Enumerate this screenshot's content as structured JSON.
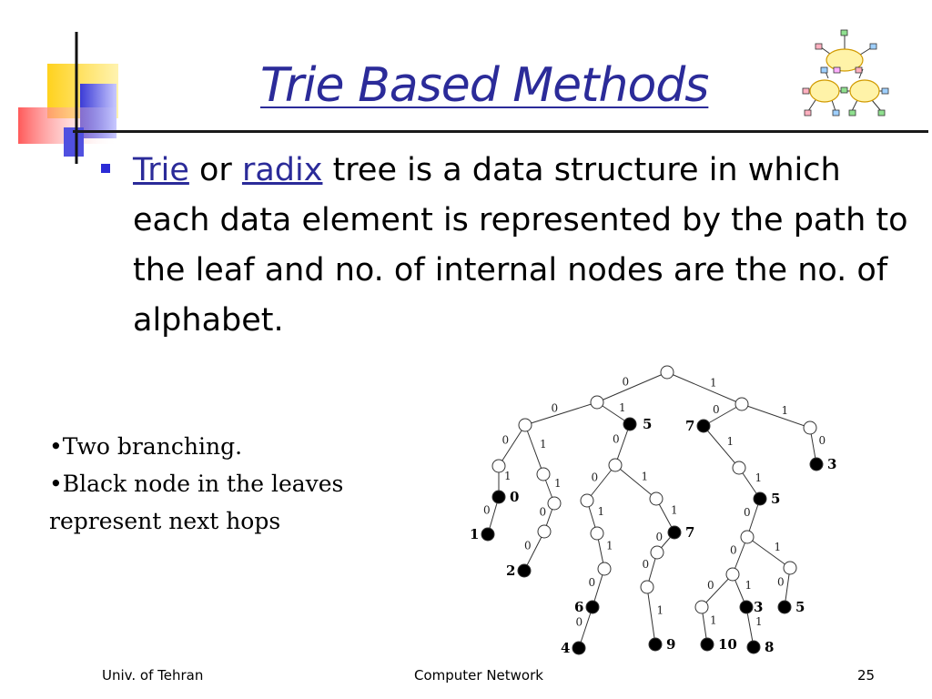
{
  "title": "Trie Based Methods",
  "bullet": {
    "link_trie": "Trie",
    "word_or": " or ",
    "link_radix": "radix",
    "text_rest": " tree is a data structure in which each data element is represented by the path to the leaf and no. of internal nodes are the no. of alphabet."
  },
  "notes": {
    "line1": "•Two branching.",
    "line2": "•Black node in the leaves",
    "line3": "represent next hops"
  },
  "footer": {
    "left": "Univ. of Tehran",
    "center": "Computer Network",
    "right": "25"
  },
  "trie": {
    "bits": {
      "zero": "0",
      "one": "1"
    },
    "hops": [
      "0",
      "1",
      "2",
      "3",
      "3",
      "4",
      "5",
      "5",
      "5",
      "6",
      "7",
      "7",
      "8",
      "9",
      "10"
    ]
  },
  "colors": {
    "title": "#2b2b99",
    "bullet": "#2b2bd6",
    "link": "#2b2b99",
    "deco_yellow": "#ffd21e",
    "deco_red": "#ff5a5a",
    "deco_blue": "#3b3bd6"
  }
}
